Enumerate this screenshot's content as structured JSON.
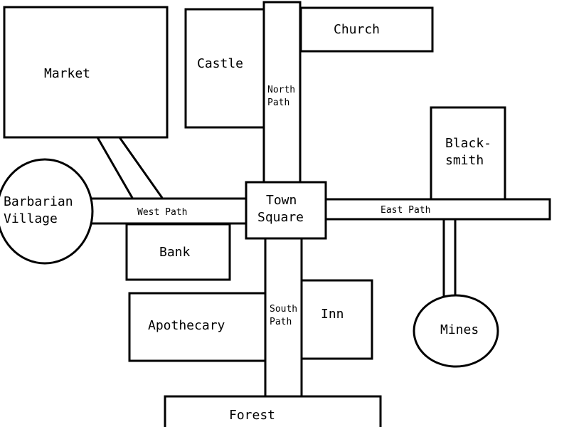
{
  "locations": {
    "market": "Market",
    "castle": "Castle",
    "church": "Church",
    "blacksmith_line1": "Black-",
    "blacksmith_line2": "smith",
    "barbarian_line1": "Barbarian",
    "barbarian_line2": "Village",
    "town_square_line1": "Town",
    "town_square_line2": "Square",
    "bank": "Bank",
    "apothecary": "Apothecary",
    "inn": "Inn",
    "mines": "Mines",
    "forest": "Forest"
  },
  "paths": {
    "north_line1": "North",
    "north_line2": "Path",
    "south_line1": "South",
    "south_line2": "Path",
    "west": "West Path",
    "east": "East Path"
  }
}
